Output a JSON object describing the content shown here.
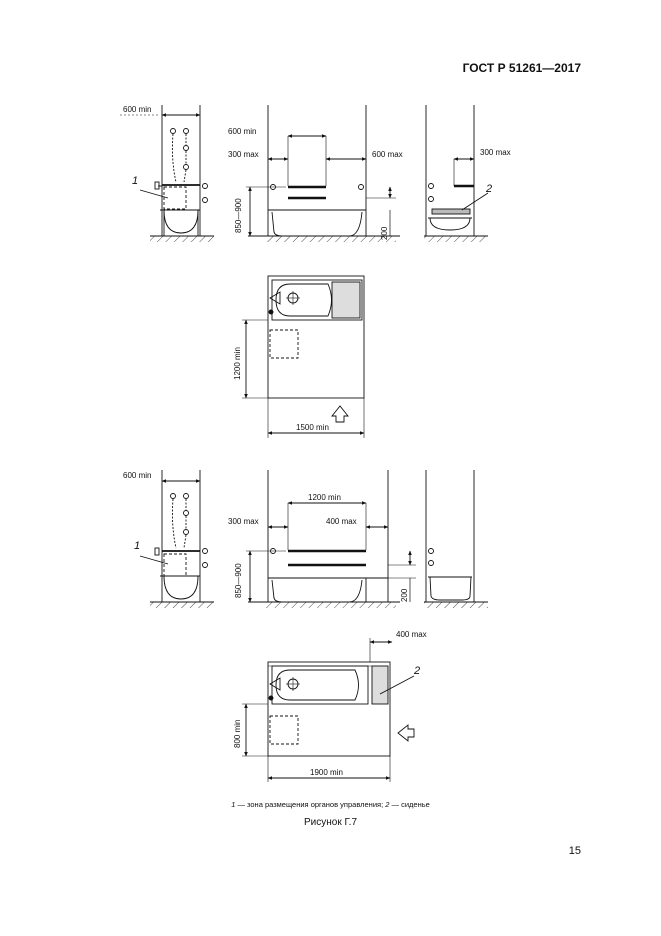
{
  "header": {
    "standard": "ГОСТ Р 51261—2017"
  },
  "figure1": {
    "side_left": {
      "width_label": "600 min",
      "callout": "1"
    },
    "front": {
      "width_label": "600 min",
      "left_label": "300 max",
      "right_label": "600 max",
      "height_label": "850—900",
      "low_label": "200"
    },
    "side_right": {
      "width_label": "300 max",
      "callout": "2"
    },
    "plan": {
      "depth_label": "1200 min",
      "width_label": "1500 min"
    }
  },
  "figure2": {
    "side_left": {
      "width_label": "600 min",
      "callout": "1"
    },
    "front": {
      "width_label": "1200 min",
      "left_label": "300 max",
      "right_label": "400 max",
      "height_label": "850—900",
      "low_label": "200"
    },
    "plan": {
      "top_label": "400 max",
      "callout": "2",
      "depth_label": "800 min",
      "width_label": "1900 min"
    }
  },
  "legend": {
    "item1_number": "1",
    "item1_text": " — зона размещения органов управления; ",
    "item2_number": "2",
    "item2_text": " — сиденье"
  },
  "figure_title": "Рисунок Г.7",
  "page_number": "15"
}
